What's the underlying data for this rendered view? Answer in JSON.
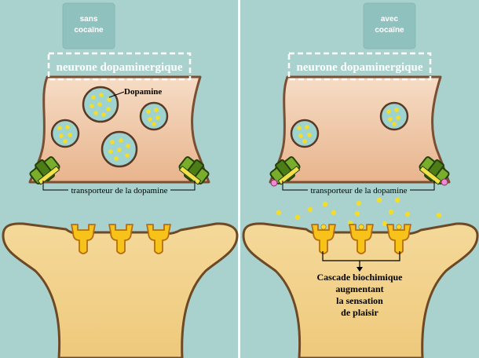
{
  "panels": [
    {
      "condition_label_line1": "sans",
      "condition_label_line2": "cocaïne",
      "neuron_title": "neurone dopaminergique",
      "dopamine_label": "Dopamine",
      "transporter_label": "transporteur de la dopamine"
    },
    {
      "condition_label_line1": "avec",
      "condition_label_line2": "cocaïne",
      "neuron_title": "neurone dopaminergique",
      "transporter_label": "transporteur de la dopamine",
      "cascade_lines": [
        "Cascade biochimique",
        "augmentant",
        "la sensation",
        "de plaisir"
      ]
    }
  ],
  "colors": {
    "background": "#a9d2cf",
    "neuron_presynaptic": "#f0c8a8",
    "neuron_postsynaptic": "#f2d38f",
    "vesicle": "#9fd3d0",
    "dopamine": "#f4dd2a",
    "receptor": "#f7c21a",
    "transporter": "#5e8f1f",
    "cocaine": "#ee8ad0",
    "label_box": "#8fc2bf"
  },
  "icons": {
    "vesicle": "vesicle-icon",
    "transporter": "transporter-icon",
    "receptor": "receptor-icon",
    "dopamine": "dopamine-dot-icon",
    "cocaine": "cocaine-particle-icon"
  }
}
